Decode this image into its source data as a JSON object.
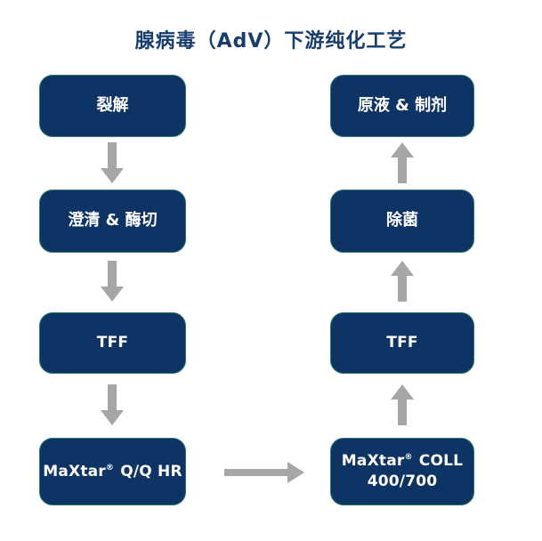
{
  "title": "腺病毒（AdV）下游纯化工艺",
  "colors": {
    "background": "#ffffff",
    "box_fill": "#0e3365",
    "box_border": "#2d7a68",
    "box_text": "#ffffff",
    "title_text": "#173c6f",
    "arrow": "#a6a6a6"
  },
  "steps": {
    "lysis": {
      "label": "裂解"
    },
    "clarification": {
      "label": "澄清 & 酶切"
    },
    "tff_left": {
      "label": "TFF"
    },
    "maxtar_qq": {
      "brand": "MaXtar",
      "registered_mark": "®",
      "suffix": " Q/Q HR"
    },
    "maxtar_coll": {
      "brand": "MaXtar",
      "registered_mark": "®",
      "suffix": " COLL",
      "line2": "400/700"
    },
    "tff_right": {
      "label": "TFF"
    },
    "sterilization": {
      "label": "除菌"
    },
    "bulk_formulation": {
      "label": "原液 & 制剂"
    }
  },
  "arrows": [
    {
      "from": "裂解",
      "to": "澄清 & 酶切",
      "direction": "down"
    },
    {
      "from": "澄清 & 酶切",
      "to": "TFF",
      "direction": "down"
    },
    {
      "from": "TFF",
      "to": "MaXtar Q/Q HR",
      "direction": "down"
    },
    {
      "from": "MaXtar Q/Q HR",
      "to": "MaXtar COLL 400/700",
      "direction": "right"
    },
    {
      "from": "MaXtar COLL 400/700",
      "to": "TFF",
      "direction": "up"
    },
    {
      "from": "TFF",
      "to": "除菌",
      "direction": "up"
    },
    {
      "from": "除菌",
      "to": "原液 & 制剂",
      "direction": "up"
    }
  ]
}
